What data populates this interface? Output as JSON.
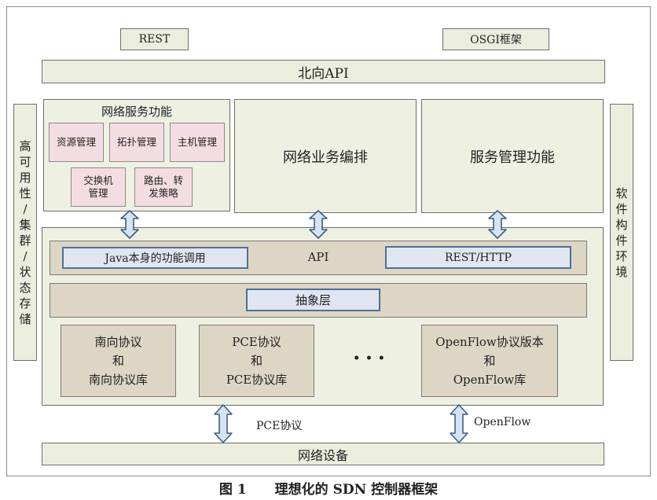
{
  "top_labels": {
    "rest": "REST",
    "osgi": "OSGI框架"
  },
  "northbound_api": "北向API",
  "left_side": "高可用性/集群/状态存储",
  "right_side": "软件构件环境",
  "network_services": {
    "title": "网络服务功能",
    "items": [
      "资源管理",
      "拓扑管理",
      "主机管理",
      "交换机\n管理",
      "路由、转\n发策略"
    ]
  },
  "orchestration": "网络业务编排",
  "service_management": "服务管理功能",
  "api_row": {
    "java_call": "Java本身的功能调用",
    "api": "API",
    "rest_http": "REST/HTTP"
  },
  "abstraction_layer": "抽象层",
  "southbound": {
    "box1": [
      "南向协议",
      "和",
      "南向协议库"
    ],
    "box2": [
      "PCE协议",
      "和",
      "PCE协议库"
    ],
    "ellipsis": "• • •",
    "box3": [
      "OpenFlow协议版本",
      "和",
      "OpenFlow库"
    ]
  },
  "link_labels": {
    "pce": "PCE协议",
    "openflow": "OpenFlow"
  },
  "network_devices": "网络设备",
  "caption": {
    "number": "图 1",
    "title": "理想化的 SDN 控制器框架"
  },
  "colors": {
    "bar": "#ebeedd",
    "pink": "#f4dde2",
    "blue_border": "#4f6f97",
    "tan": "#ddd6c5",
    "arrow_fill": "#d7e3f0"
  }
}
